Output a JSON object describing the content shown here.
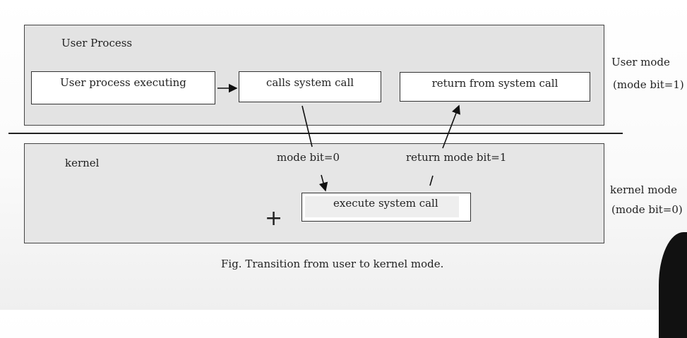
{
  "diagram": {
    "user_panel_title": "User Process",
    "kernel_panel_title": "kernel",
    "box_user_exec": "User process executing",
    "box_calls": "calls system call",
    "box_return": "return from system call",
    "box_execute": "execute system call",
    "arrow_label_down": "mode bit=0",
    "arrow_label_up": "return mode bit=1",
    "side_user_mode": "User mode",
    "side_user_bit": "(mode bit=1)",
    "side_kernel_mode": "kernel mode",
    "side_kernel_bit": "(mode bit=0)",
    "plus": "+",
    "caption": "Fig. Transition from user to kernel mode."
  }
}
